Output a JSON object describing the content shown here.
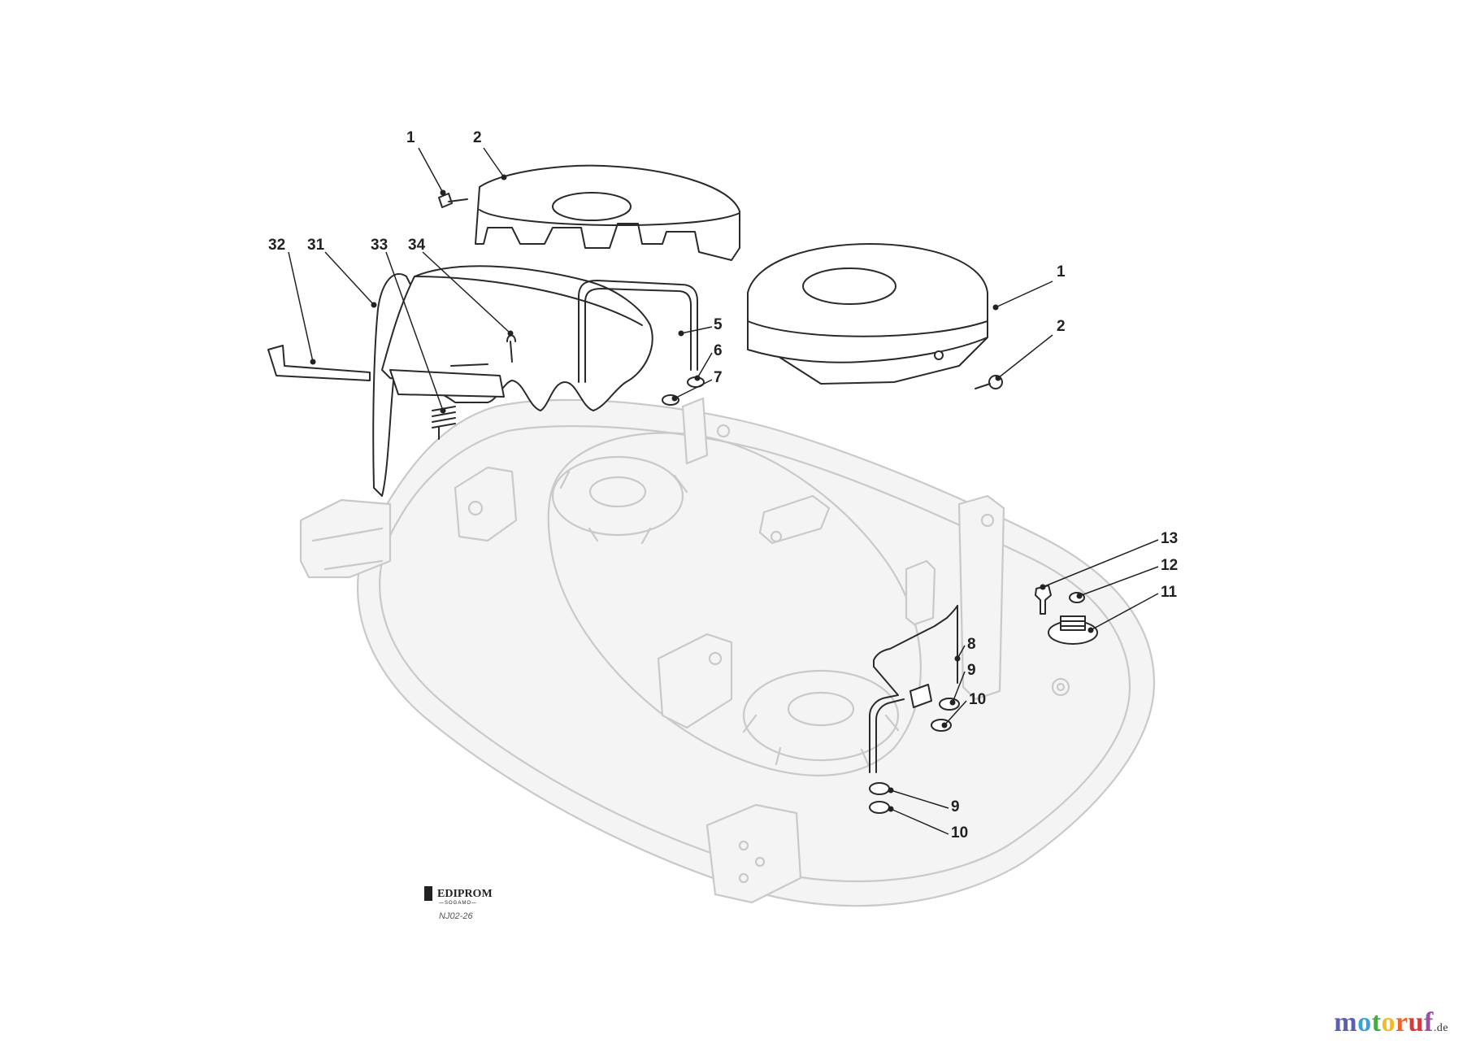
{
  "diagram": {
    "callouts": [
      "1",
      "2",
      "1",
      "2",
      "32",
      "31",
      "33",
      "34",
      "5",
      "6",
      "7",
      "13",
      "12",
      "11",
      "8",
      "9",
      "10",
      "9",
      "10"
    ],
    "logo": {
      "brand": "EDIPROM",
      "sub": "—SOGAMO—"
    },
    "drawing_code": "NJ02-26"
  },
  "watermark": {
    "letters": [
      "m",
      "o",
      "t",
      "o",
      "r",
      "u",
      "f"
    ],
    "letter_colors": [
      "#5b5fb0",
      "#3aa0d8",
      "#48a948",
      "#f0b82a",
      "#e8662c",
      "#d63a3a",
      "#9a4fa0"
    ],
    "tld": ".de"
  }
}
